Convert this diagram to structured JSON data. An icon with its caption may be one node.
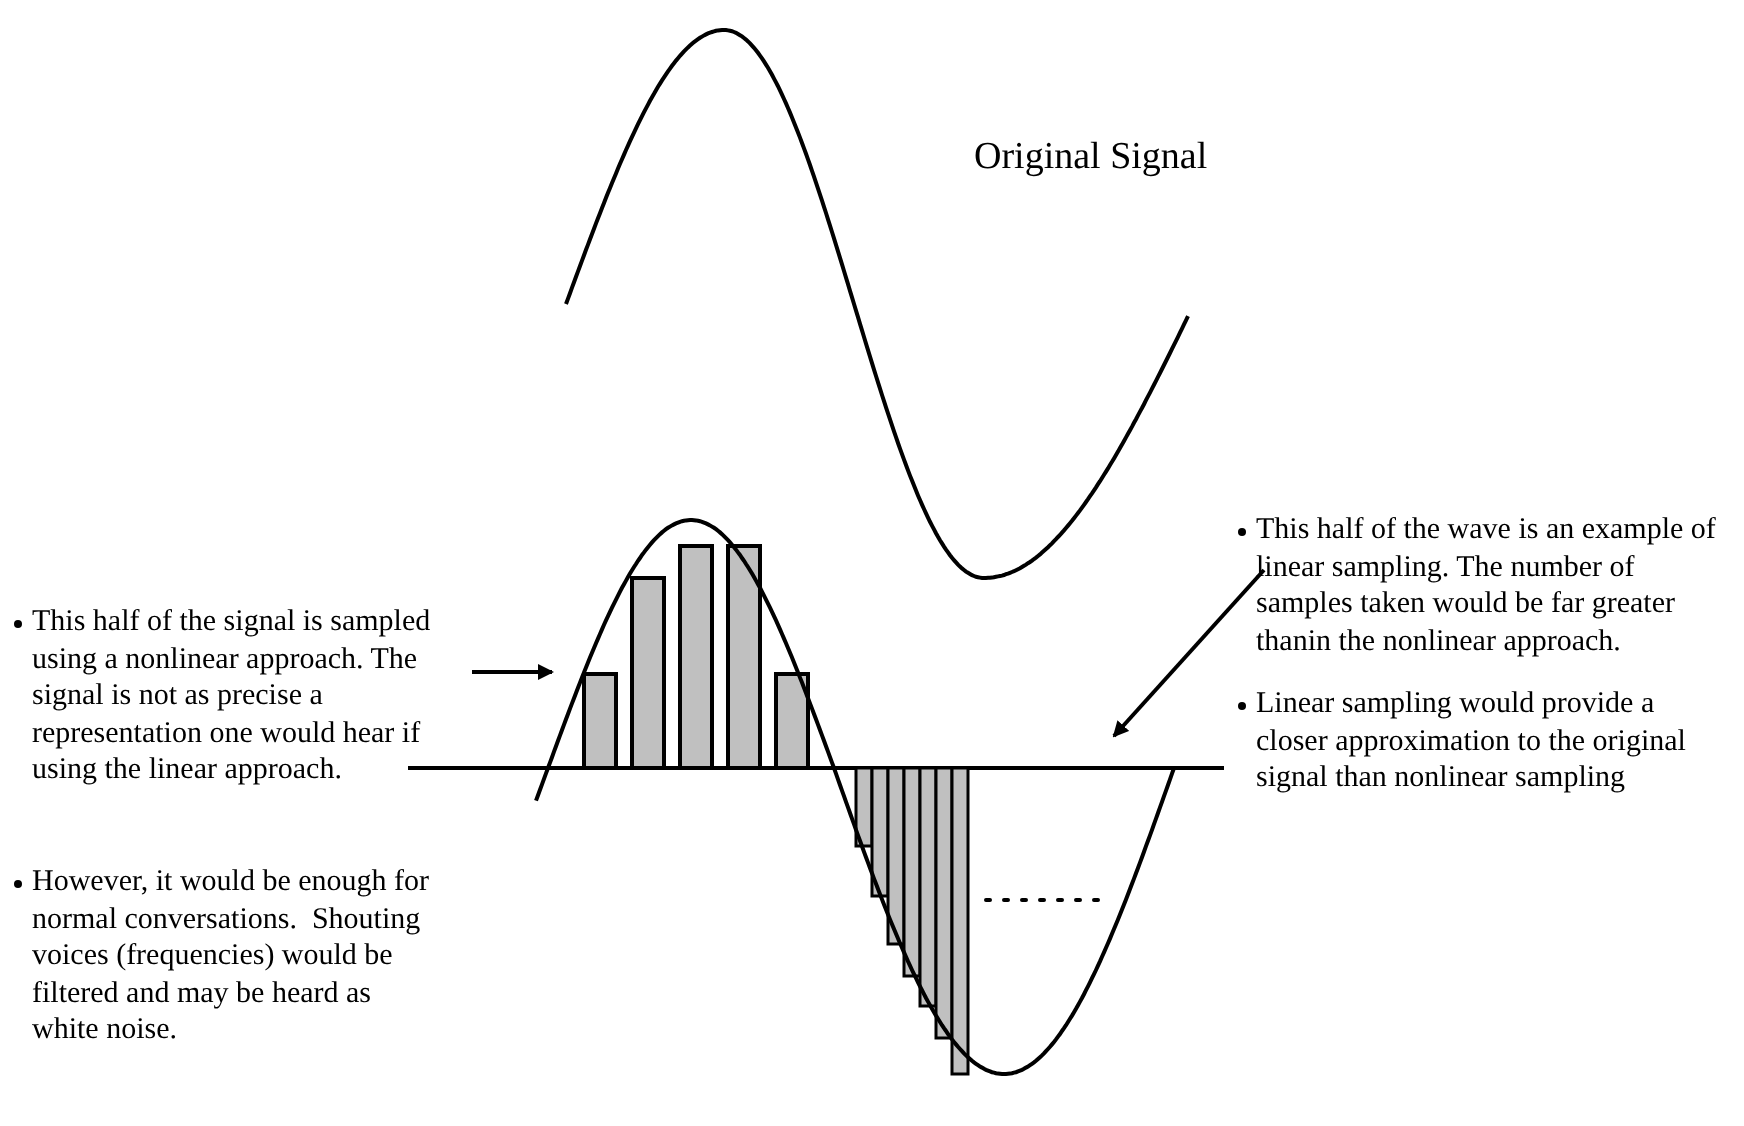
{
  "diagram": {
    "labels": [
      "Original Signal",
      "This half of the signal is sampled using a nonlinear approach. The signal is not as precise a representation one would hear if using the linear approach.",
      "However, it would be enough for normal conversations.  Shouting voices (frequencies) would be filtered and may be heard as white noise.",
      "This half of the wave is an example of linear sampling. The number of samples taken would be far greater thanin the nonlinear approach.",
      "Linear sampling would provide a closer approximation to the original signal than nonlinear sampling"
    ]
  }
}
